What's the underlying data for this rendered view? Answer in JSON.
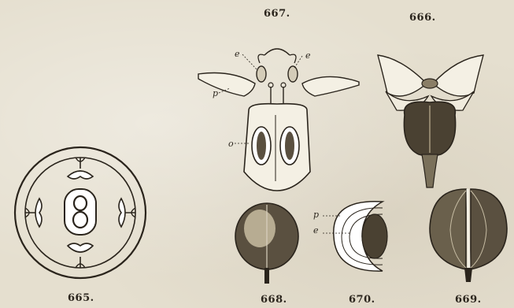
{
  "figures": {
    "fig_665": {
      "number": "665."
    },
    "fig_666": {
      "number": "666."
    },
    "fig_667": {
      "number": "667.",
      "labels": {
        "e_left": "e",
        "e_right": "e",
        "p": "p",
        "o": "o"
      }
    },
    "fig_668": {
      "number": "668."
    },
    "fig_669": {
      "number": "669."
    },
    "fig_670": {
      "number": "670.",
      "labels": {
        "p": "p",
        "e": "e"
      }
    }
  },
  "colors": {
    "ink": "#2a241c",
    "paper": "#e5dfcf"
  }
}
